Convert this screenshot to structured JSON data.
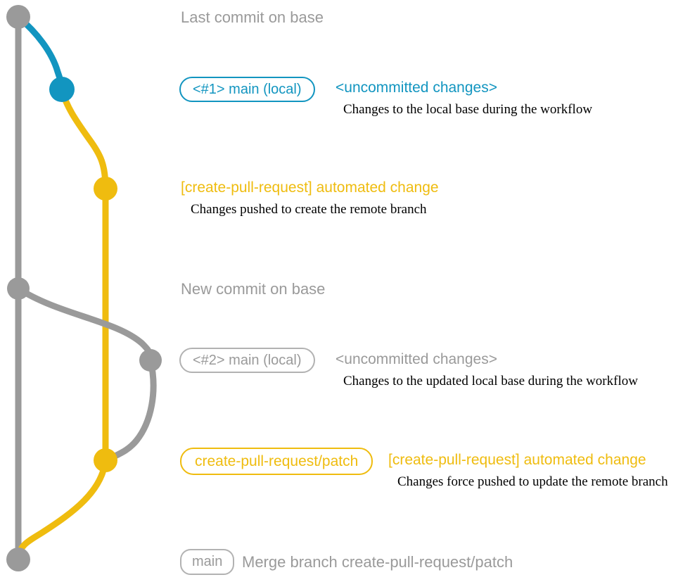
{
  "colors": {
    "teal": "#1295c0",
    "yellow": "#efbc0f",
    "gray": "#9a9a9a",
    "gray_border": "#b2b2b2",
    "text_black": "#000000"
  },
  "graph": {
    "nodes": [
      {
        "id": "last-commit-on-base-node",
        "color": "gray"
      },
      {
        "id": "local-commit-1-node",
        "color": "teal"
      },
      {
        "id": "remote-branch-commit-1-node",
        "color": "yellow"
      },
      {
        "id": "new-commit-on-base-node",
        "color": "gray"
      },
      {
        "id": "local-commit-2-node",
        "color": "gray"
      },
      {
        "id": "remote-branch-commit-2-node",
        "color": "yellow"
      },
      {
        "id": "merge-commit-node",
        "color": "gray"
      }
    ]
  },
  "annotations": {
    "last_commit": "Last commit on base",
    "row1": {
      "badge": "<#1> main (local)",
      "title": "<uncommitted changes>",
      "desc": "Changes to the local base during the workflow"
    },
    "row2": {
      "title": "[create-pull-request] automated change",
      "desc": "Changes pushed to create the remote branch"
    },
    "new_commit": "New commit on base",
    "row3": {
      "badge": "<#2> main (local)",
      "title": "<uncommitted changes>",
      "desc": "Changes to the updated local base during the workflow"
    },
    "row4": {
      "badge": "create-pull-request/patch",
      "title": "[create-pull-request] automated change",
      "desc": "Changes force pushed to update the remote branch"
    },
    "row5": {
      "badge": "main",
      "title": "Merge branch create-pull-request/patch"
    }
  }
}
